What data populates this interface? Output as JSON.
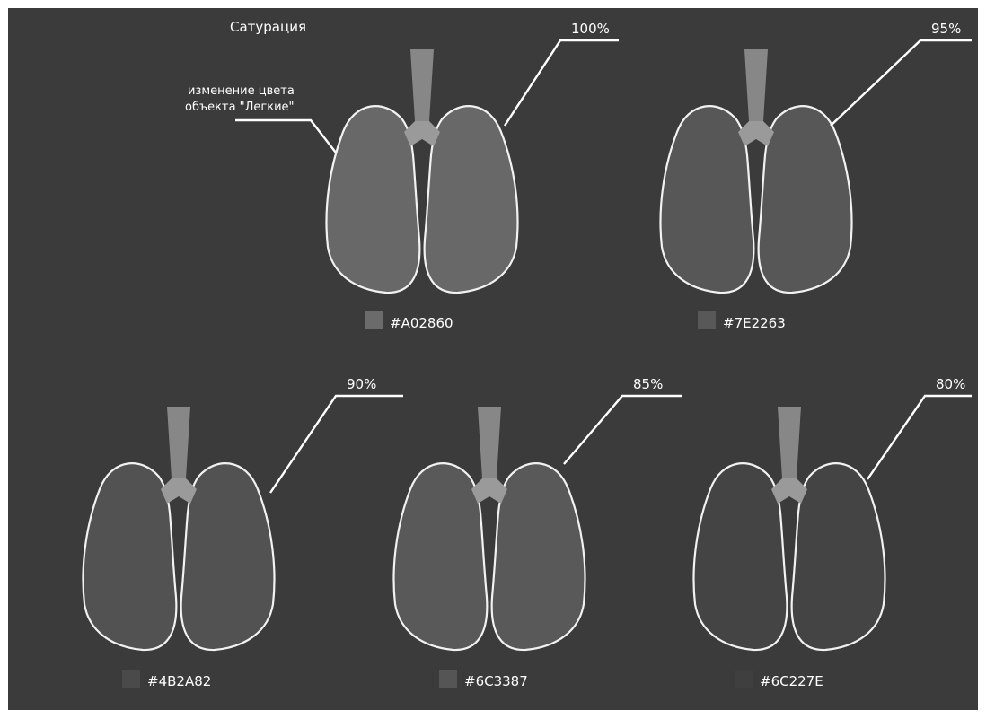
{
  "title": "Сатурация",
  "annotation": {
    "line1": "изменение цвета",
    "line2": "объекта \"Легкие\""
  },
  "variants": [
    {
      "saturation": "100%",
      "color_label": "#A02860",
      "lung_fill": "#686868",
      "swatch": "#6b6b6b"
    },
    {
      "saturation": "95%",
      "color_label": "#7E2263",
      "lung_fill": "#575757",
      "swatch": "#585858"
    },
    {
      "saturation": "90%",
      "color_label": "#4B2A82",
      "lung_fill": "#525252",
      "swatch": "#4a4a4a"
    },
    {
      "saturation": "85%",
      "color_label": "#6C3387",
      "lung_fill": "#595959",
      "swatch": "#555555"
    },
    {
      "saturation": "80%",
      "color_label": "#6C227E",
      "lung_fill": "#444444",
      "swatch": "#3f3f3f"
    }
  ]
}
